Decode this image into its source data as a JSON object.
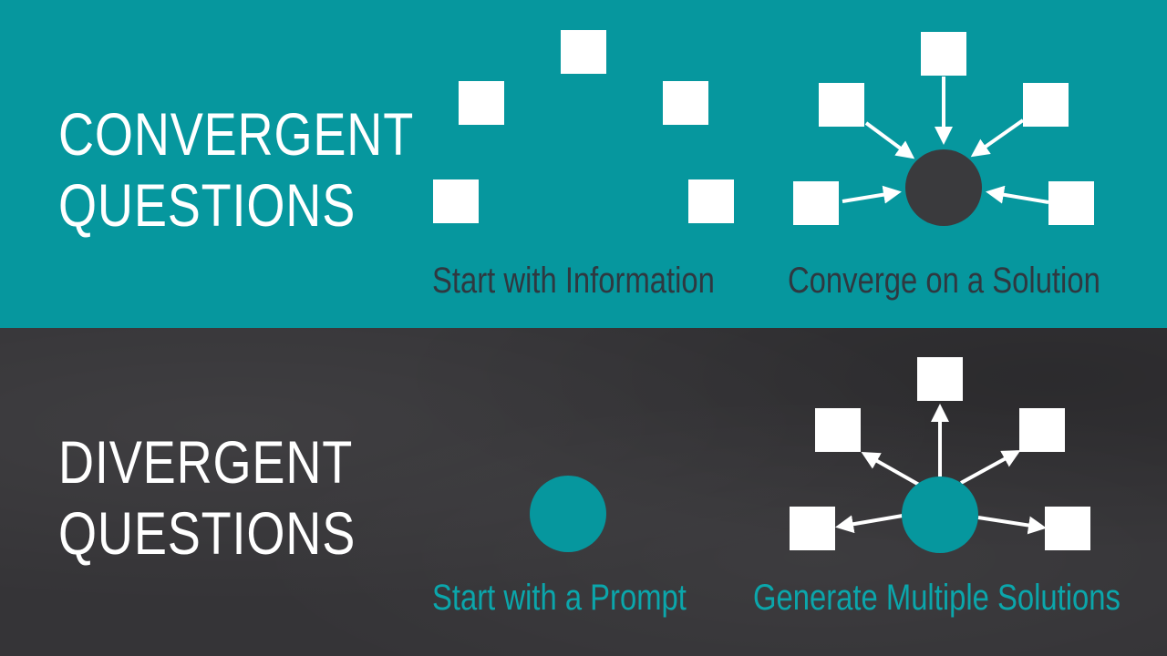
{
  "convergent": {
    "title_line1": "CONVERGENT",
    "title_line2": "QUESTIONS",
    "caption_left": "Start with Information",
    "caption_right": "Converge on a Solution"
  },
  "divergent": {
    "title_line1": "DIVERGENT",
    "title_line2": "QUESTIONS",
    "caption_left": "Start with a Prompt",
    "caption_right": "Generate Multiple Solutions"
  },
  "colors": {
    "teal": "#06979e",
    "chalkboard": "#353437",
    "node_dark": "#3a3a3d",
    "node_teal": "#06979e",
    "box": "#ffffff",
    "caption_dark": "#2f3840",
    "caption_teal": "#0ba6ab"
  }
}
